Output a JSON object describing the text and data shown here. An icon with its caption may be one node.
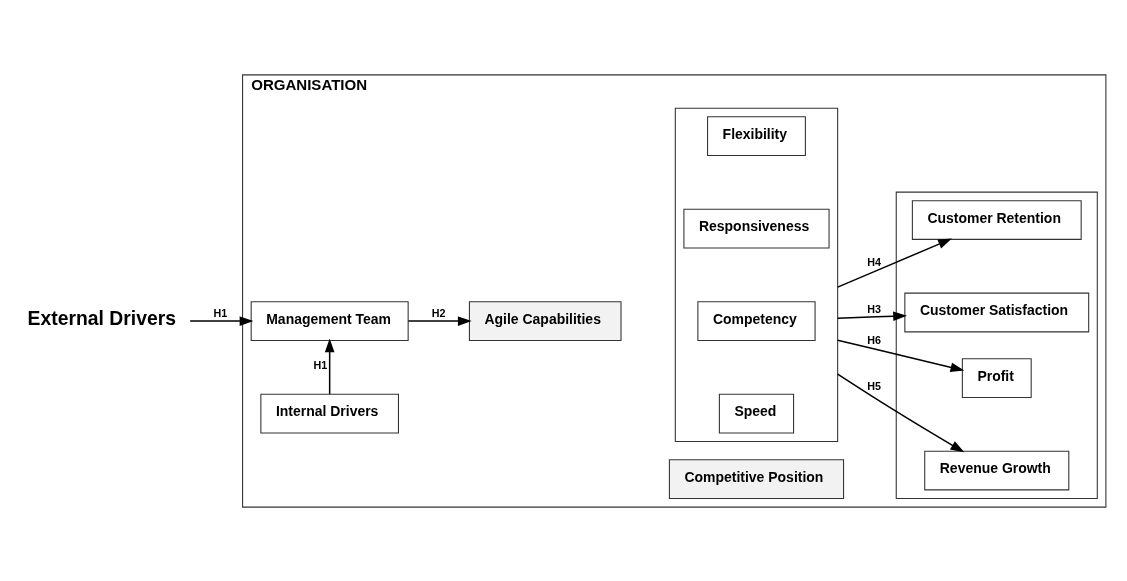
{
  "diagram": {
    "nodes": [
      {
        "text": [
          "ORGANISATION"
        ]
      },
      {
        "text": [
          "External Drivers"
        ]
      },
      {
        "text": [
          "Management Team"
        ],
        "in": 0
      },
      {
        "text": [
          "Internal Drivers"
        ],
        "in": 0
      },
      {
        "text": [
          "Agile Capabilities"
        ],
        "in": 0
      },
      {
        "text": [],
        "shape": "box",
        "in": 0
      },
      {
        "text": [
          "Flexibility"
        ],
        "in": 5
      },
      {
        "text": [
          "Responsiveness"
        ],
        "in": 5
      },
      {
        "text": [
          "Competency"
        ],
        "in": 5
      },
      {
        "text": [
          "Speed"
        ],
        "in": 5
      },
      {
        "text": [
          "Competitive Position"
        ],
        "in": 0
      },
      {
        "text": [],
        "shape": "box",
        "in": 0
      },
      {
        "text": [
          "Customer Satisfaction"
        ],
        "in": 11
      },
      {
        "text": [
          "Customer Retention"
        ],
        "in": 11
      },
      {
        "text": [
          "Revenue Growth"
        ],
        "in": 11
      },
      {
        "text": [
          "Profit"
        ],
        "in": 11
      }
    ],
    "edges": [
      {
        "from": 1,
        "to": 2,
        "arrow": "to",
        "label": "H1"
      },
      {
        "from": 3,
        "to": 2,
        "arrow": "to",
        "label": "H1"
      },
      {
        "from": 2,
        "to": 4,
        "arrow": "to",
        "label": "H2"
      },
      {
        "from": 5,
        "to": 12,
        "arrow": "to",
        "label": "H3"
      },
      {
        "from": 5,
        "to": 13,
        "arrow": "to",
        "label": "H4"
      },
      {
        "from": 5,
        "to": 14,
        "arrow": "to",
        "label": "H5"
      },
      {
        "from": 5,
        "to": 15,
        "arrow": "to",
        "label": "H6"
      }
    ]
  }
}
